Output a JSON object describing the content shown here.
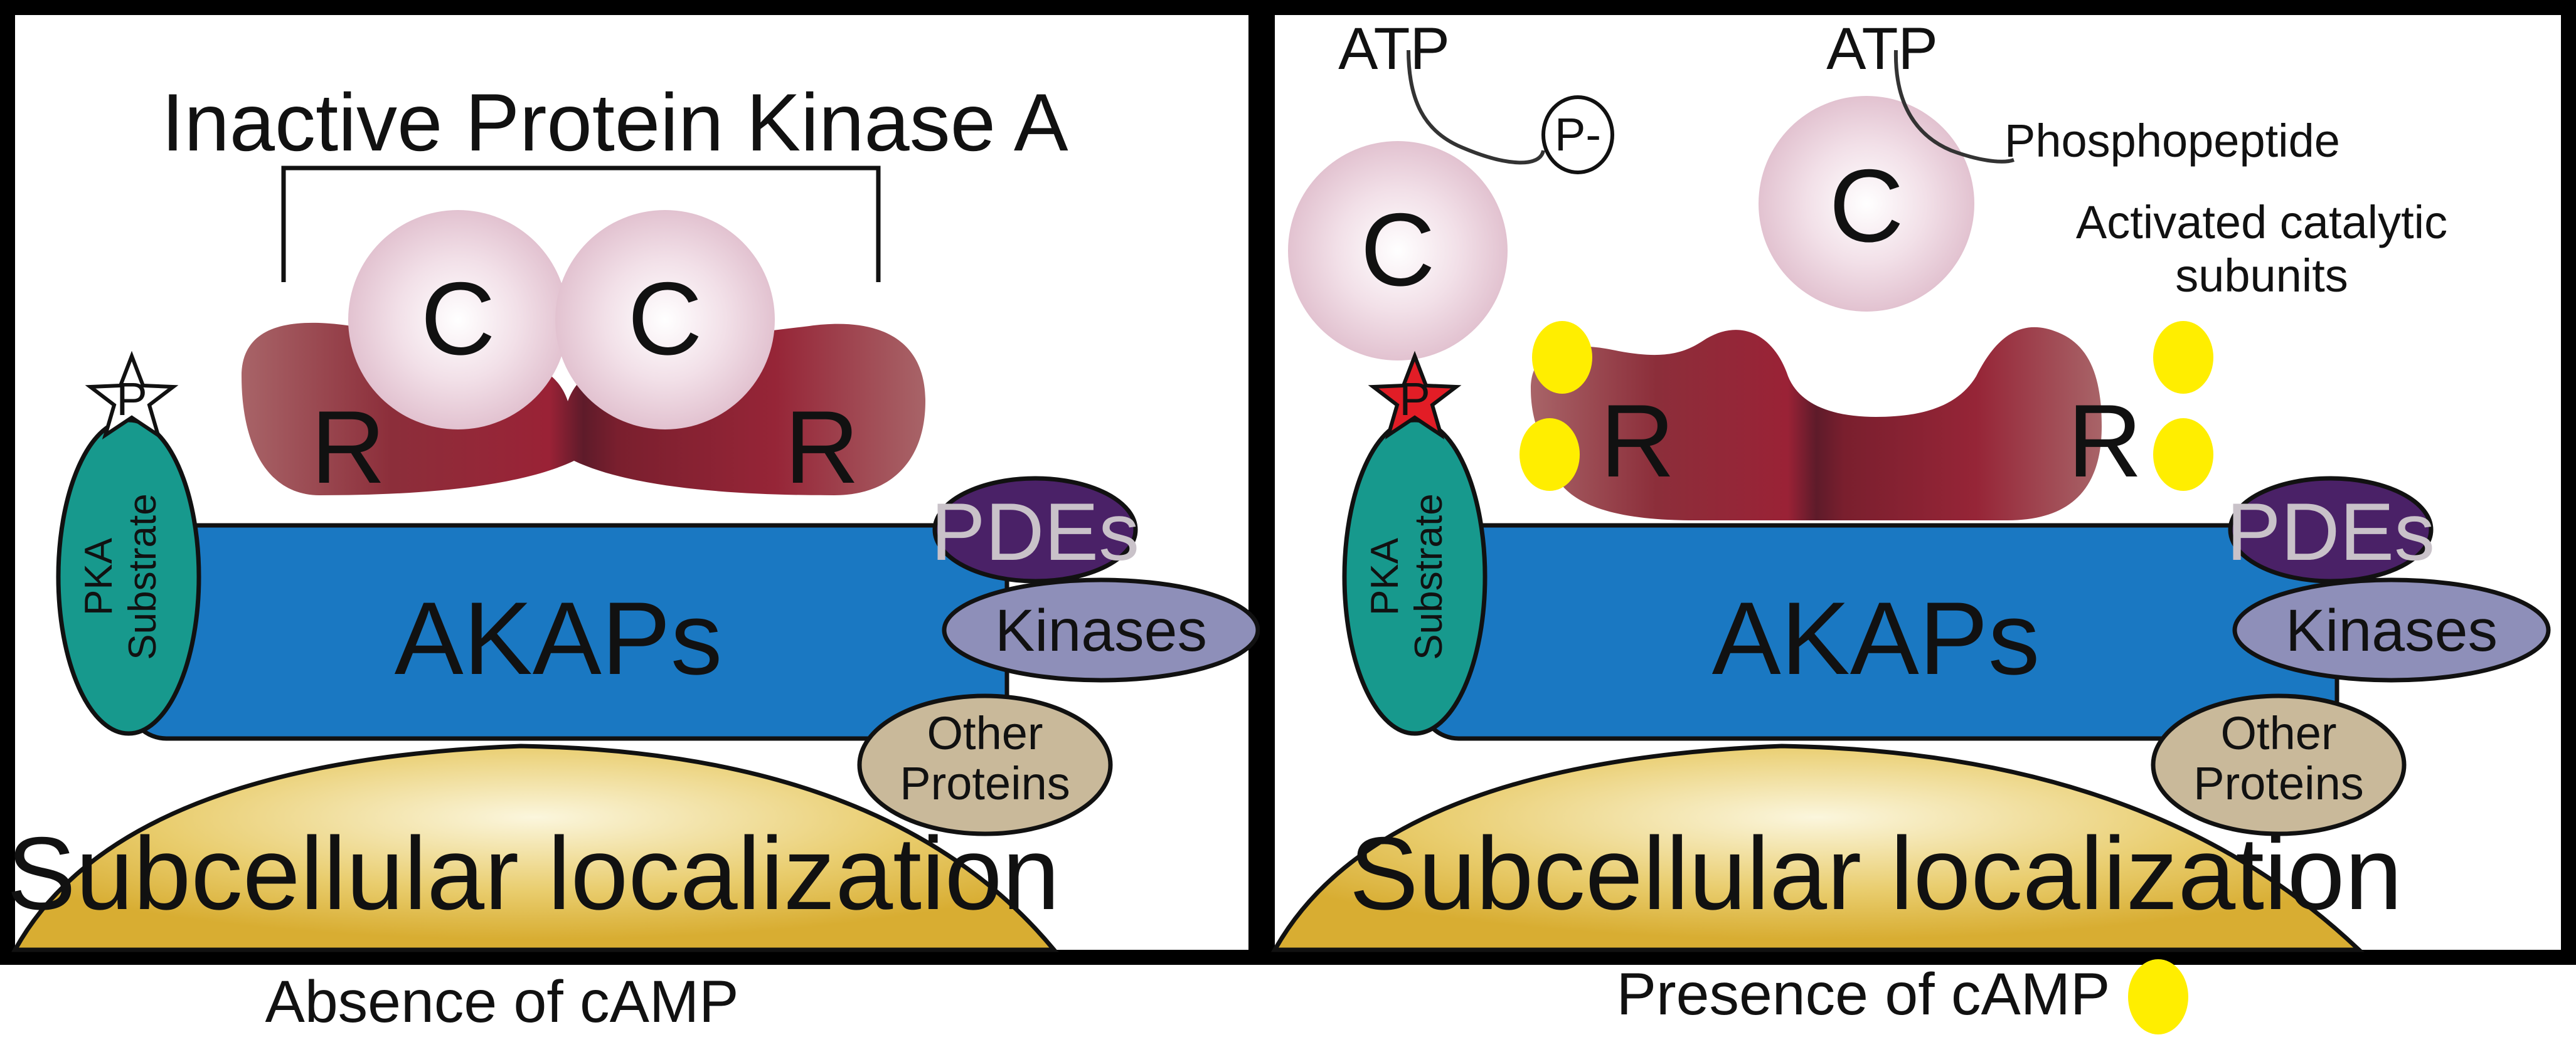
{
  "left_panel": {
    "title": "Inactive Protein Kinase A",
    "catalytic_label": "C",
    "regulatory_label": "R",
    "phospho_label": "P",
    "pka_substrate_label": [
      "PKA",
      "Substrate"
    ],
    "akaps_label": "AKAPs",
    "pdes_label": "PDEs",
    "kinases_label": "Kinases",
    "other_proteins_label": [
      "Other",
      "Proteins"
    ],
    "localization_label": "Subcellular localization",
    "caption": "Absence of cAMP"
  },
  "right_panel": {
    "atp_label": "ATP",
    "phospho_group_label": "P-",
    "phosphopeptide_label": "Phosphopeptide",
    "activated_label": [
      "Activated catalytic",
      "subunits"
    ],
    "catalytic_label": "C",
    "regulatory_label": "R",
    "phospho_label": "P",
    "pka_substrate_label": [
      "PKA",
      "Substrate"
    ],
    "akaps_label": "AKAPs",
    "pdes_label": "PDEs",
    "kinases_label": "Kinases",
    "other_proteins_label": [
      "Other",
      "Proteins"
    ],
    "localization_label": "Subcellular localization",
    "caption": "Presence of cAMP"
  },
  "colors": {
    "akap": "#1a78c2",
    "pka_substrate": "#17998d",
    "pdes": "#4a2167",
    "kinases": "#8e8fb9",
    "other_proteins": "#c9b99a",
    "regulatory_dark": "#7e1c2c",
    "regulatory_light": "#b16d72",
    "catalytic": "#e9cdd9",
    "localization": "#dcb23a",
    "camp": "#ffee00",
    "star_active": "#e21d26"
  }
}
